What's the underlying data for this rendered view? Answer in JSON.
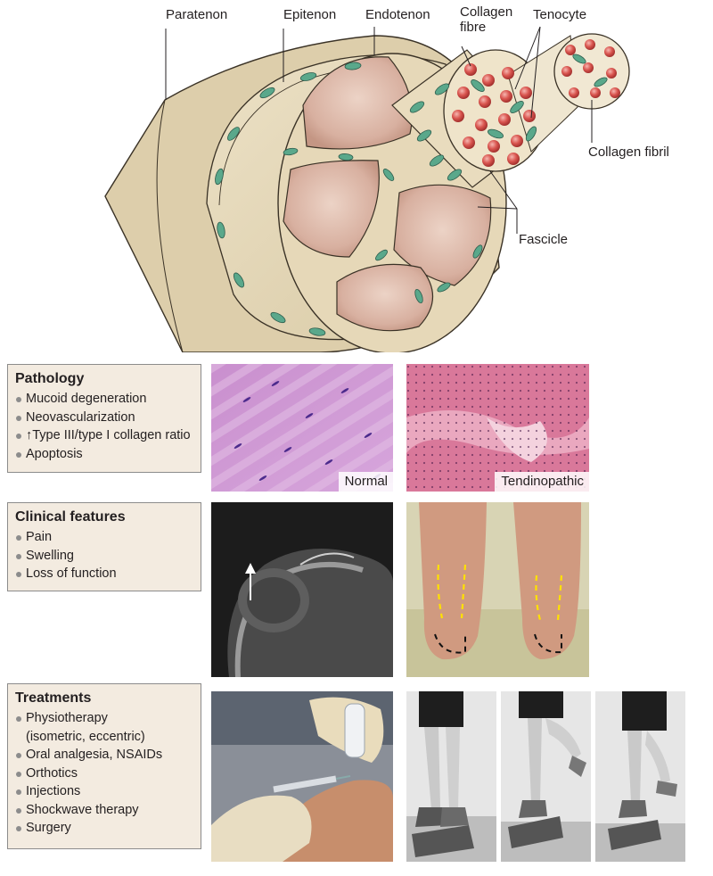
{
  "diagram": {
    "labels": {
      "paratenon": "Paratenon",
      "epitenon": "Epitenon",
      "endotenon": "Endotenon",
      "collagen_fibre_1": "Collagen",
      "collagen_fibre_2": "fibre",
      "tenocyte": "Tenocyte",
      "collagen_fibril": "Collagen fibril",
      "fascicle": "Fascicle"
    }
  },
  "pathology": {
    "title": "Pathology",
    "items": [
      "Mucoid degeneration",
      "Neovascularization",
      "↑Type III/type I collagen ratio",
      "Apoptosis"
    ]
  },
  "clinical": {
    "title": "Clinical features",
    "items": [
      "Pain",
      "Swelling",
      "Loss of function"
    ]
  },
  "treatments": {
    "title": "Treatments",
    "items": [
      "Physiotherapy",
      "(isometric, eccentric)",
      "Oral analgesia, NSAIDs",
      "Orthotics",
      "Injections",
      "Shockwave therapy",
      "Surgery"
    ]
  },
  "images": {
    "normal_label": "Normal",
    "tendinopathic_label": "Tendinopathic"
  }
}
